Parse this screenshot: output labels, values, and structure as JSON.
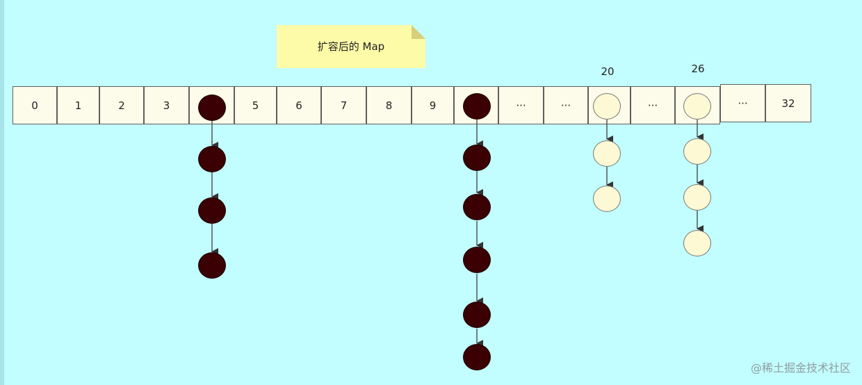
{
  "note": {
    "text": "扩容后的 Map"
  },
  "cells": [
    "0",
    "1",
    "2",
    "3",
    "",
    "5",
    "6",
    "7",
    "8",
    "9",
    "",
    "···",
    "···",
    "",
    "···",
    "",
    "···",
    "32"
  ],
  "index_labels": [
    "20",
    "26"
  ],
  "watermark": "@稀土掘金技术社区",
  "icons": {
    "node": "circle-node",
    "arrow": "down-arrow"
  },
  "colors": {
    "background": "#c2fdff",
    "cell_fill": "#fdfbe9",
    "note_fill": "#fdfaa8",
    "dark_node": "#3a0004",
    "light_node": "#fdf9d4"
  }
}
